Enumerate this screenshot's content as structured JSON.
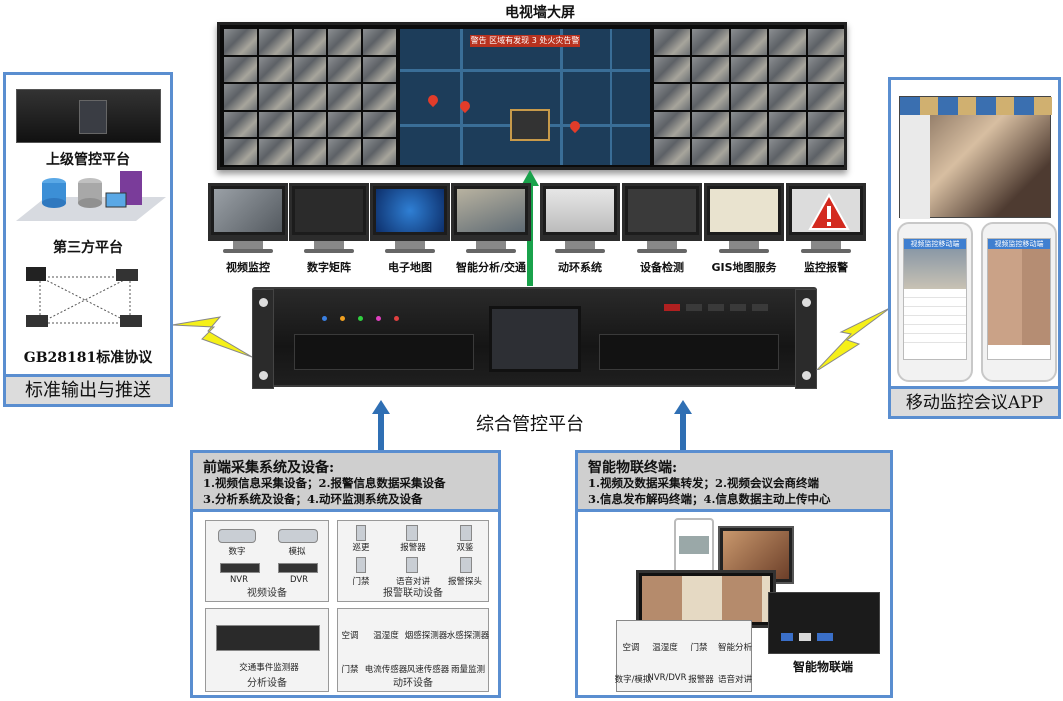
{
  "video_wall": {
    "title": "电视墙大屏",
    "map_banner": "警告 区域有发现 3 处火灾告警"
  },
  "monitors": [
    {
      "label": "视频监控"
    },
    {
      "label": "数字矩阵"
    },
    {
      "label": "电子地图"
    },
    {
      "label": "智能分析/交通"
    },
    {
      "label": "动环系统"
    },
    {
      "label": "设备检测"
    },
    {
      "label": "GIS地图服务"
    },
    {
      "label": "监控报警"
    }
  ],
  "central": {
    "label": "综合管控平台"
  },
  "left_panel": {
    "items": [
      {
        "label": "上级管控平台"
      },
      {
        "label": "第三方平台"
      },
      {
        "label": "GB28181标准协议"
      }
    ],
    "footer": "标准输出与推送"
  },
  "right_panel": {
    "phone_title": "视频监控移动端",
    "footer": "移动监控会议APP"
  },
  "front_end": {
    "title": "前端采集系统及设备:",
    "lines": [
      "1.视频信息采集设备；2.报警信息数据采集设备",
      "3.分析系统及设备；4.动环监测系统及设备"
    ],
    "boxes": {
      "video": {
        "title": "视频设备",
        "items": [
          "数字",
          "模拟",
          "NVR",
          "DVR"
        ]
      },
      "alarm": {
        "title": "报警联动设备",
        "items": [
          "巡更",
          "报警器",
          "双鉴",
          "门禁",
          "语音对讲",
          "报警探头"
        ]
      },
      "analysis": {
        "title": "分析设备",
        "items": [
          "交通事件监测器"
        ]
      },
      "env": {
        "title": "动环设备",
        "items": [
          "空调",
          "温湿度",
          "烟感探测器",
          "水感探测器",
          "门禁",
          "电流传感器",
          "风速传感器",
          "雨量监测"
        ]
      }
    }
  },
  "iot": {
    "title": "智能物联终端:",
    "lines": [
      "1.视频及数据采集转发；2.视频会议会商终端",
      "3.信息发布解码终端；4.信息数据主动上传中心"
    ],
    "terminal_label": "智能物联端",
    "panel_items": [
      "空调",
      "温湿度",
      "门禁",
      "智能分析",
      "数字/模拟",
      "NVR/DVR",
      "报警器",
      "语音对讲"
    ]
  },
  "colors": {
    "frame": "#5a8ed0",
    "arrow_blue": "#2f6fb4",
    "arrow_green": "#19a24b",
    "lightning": "#f5f019"
  }
}
